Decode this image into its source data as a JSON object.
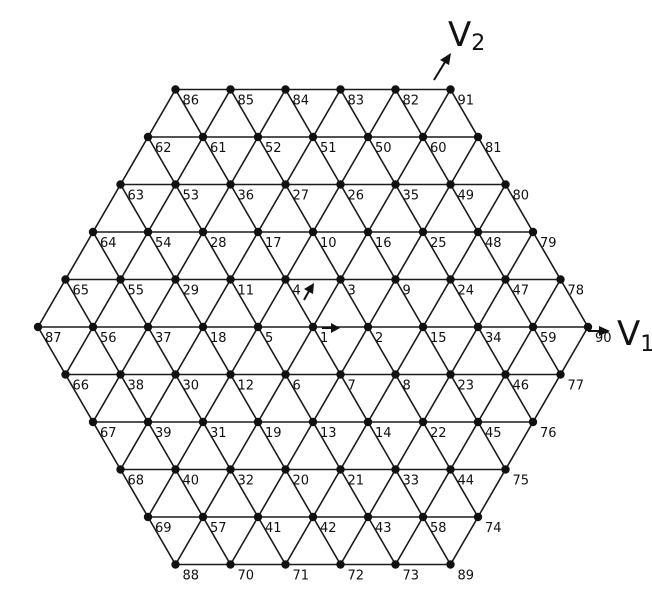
{
  "vectors": {
    "v1": {
      "main": "V",
      "sub": "1"
    },
    "v2": {
      "main": "V",
      "sub": "2"
    }
  },
  "rows": [
    [
      "86",
      "85",
      "84",
      "83",
      "82",
      "91"
    ],
    [
      "62",
      "61",
      "52",
      "51",
      "50",
      "60",
      "81"
    ],
    [
      "63",
      "53",
      "36",
      "27",
      "26",
      "35",
      "49",
      "80"
    ],
    [
      "64",
      "54",
      "28",
      "17",
      "10",
      "16",
      "25",
      "48",
      "79"
    ],
    [
      "65",
      "55",
      "29",
      "11",
      "4",
      "3",
      "9",
      "24",
      "47",
      "78"
    ],
    [
      "87",
      "56",
      "37",
      "18",
      "5",
      "1",
      "2",
      "15",
      "34",
      "59",
      "90"
    ],
    [
      "66",
      "38",
      "30",
      "12",
      "6",
      "7",
      "8",
      "23",
      "46",
      "77"
    ],
    [
      "67",
      "39",
      "31",
      "19",
      "13",
      "14",
      "22",
      "45",
      "76"
    ],
    [
      "68",
      "40",
      "32",
      "20",
      "21",
      "33",
      "44",
      "75"
    ],
    [
      "69",
      "57",
      "41",
      "42",
      "43",
      "58",
      "74"
    ],
    [
      "88",
      "70",
      "71",
      "72",
      "73",
      "89"
    ]
  ]
}
